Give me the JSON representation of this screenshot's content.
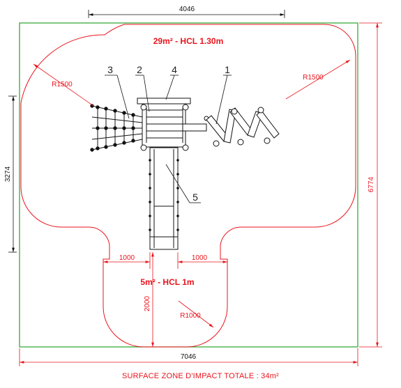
{
  "colors": {
    "red": "#e8141c",
    "green": "#2aa22a",
    "black": "#111111",
    "grey": "#666666"
  },
  "dimensions": {
    "top_width": "4046",
    "left_height": "3274",
    "total_width": "7046",
    "total_height": "6774",
    "offset_left": "1000",
    "offset_right": "1000",
    "lower_height": "2000"
  },
  "radii": {
    "left": "R1500",
    "right": "R1500",
    "lower": "R1000"
  },
  "zones": {
    "upper": "29m² - HCL 1.30m",
    "lower": "5m² - HCL 1m"
  },
  "part_labels": [
    "1",
    "2",
    "3",
    "4",
    "5"
  ],
  "footer": {
    "total_area": "SURFACE ZONE D'IMPACT TOTALE : 34m²"
  }
}
